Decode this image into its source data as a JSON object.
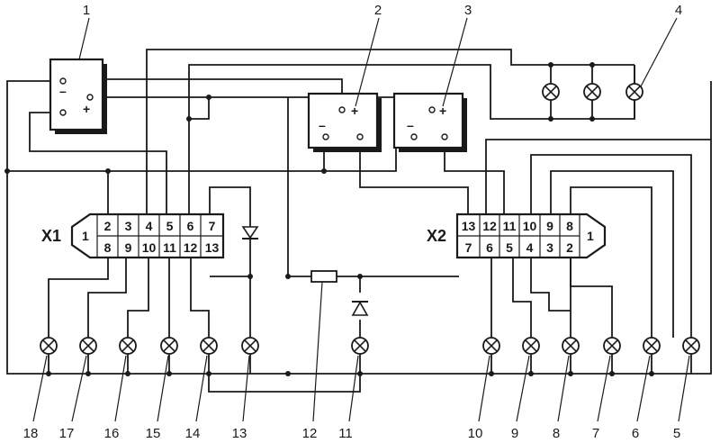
{
  "connectors": {
    "x1": {
      "name": "X1",
      "top_row": [
        "2",
        "3",
        "4",
        "5",
        "6",
        "7"
      ],
      "bottom_row": [
        "8",
        "9",
        "10",
        "11",
        "12",
        "13"
      ],
      "side": "1"
    },
    "x2": {
      "name": "X2",
      "top_row": [
        "13",
        "12",
        "11",
        "10",
        "9",
        "8"
      ],
      "bottom_row": [
        "7",
        "6",
        "5",
        "4",
        "3",
        "2"
      ],
      "side": "1"
    }
  },
  "terminal_signs": {
    "minus": "–",
    "plus": "+"
  },
  "callouts": [
    "1",
    "2",
    "3",
    "4",
    "5",
    "6",
    "7",
    "8",
    "9",
    "10",
    "11",
    "12",
    "13",
    "14",
    "15",
    "16",
    "17",
    "18"
  ]
}
